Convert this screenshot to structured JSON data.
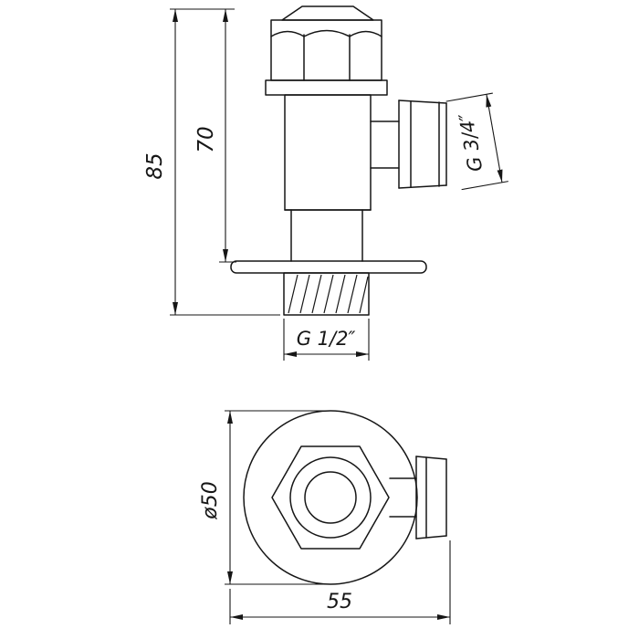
{
  "drawing": {
    "labels": {
      "overall_height": "85",
      "upper_height": "70",
      "side_thread": "G 3/4″",
      "bottom_thread": "G 1/2″",
      "diameter": "ø50",
      "width": "55"
    }
  }
}
